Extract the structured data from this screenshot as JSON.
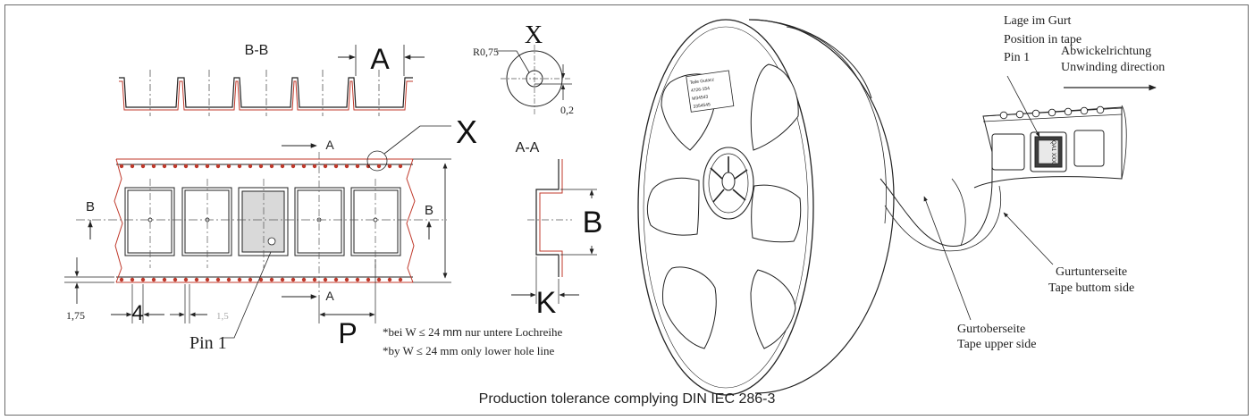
{
  "views": {
    "section_bb": "B-B",
    "section_aa": "A-A",
    "detail_x": "X",
    "detail_x_callout": "X"
  },
  "dimensions": {
    "A": "A",
    "B": "B",
    "K": "K",
    "P": "P",
    "four": "4",
    "one_five": "1,5",
    "one_seventy_five": "1,75",
    "radius": "R0,75",
    "zero_two": "0,2"
  },
  "section_markers": {
    "b_left": "B",
    "b_right": "B",
    "a_top": "A",
    "a_bottom": "A"
  },
  "labels": {
    "pin1": "Pin 1",
    "position_de": "Lage im Gurt",
    "position_en": "Position in tape",
    "position_pin": "Pin 1",
    "unwind_de": "Abwickelrichtung",
    "unwind_en": "Unwinding direction",
    "bottom_de": "Gurtunterseite",
    "bottom_en": "Tape buttom side",
    "upper_de": "Gurtoberseite",
    "upper_en": "Tape upper side"
  },
  "notes": {
    "note_de_prefix": "*bei W ≤ 24",
    "note_de_unit": "mm",
    "note_de_suffix": "nur untere Lochreihe",
    "note_en": "*by W ≤ 24 mm only lower hole line"
  },
  "reel_label": [
    "Teile Gutacz",
    "4726-154",
    "M34543",
    "3354545"
  ],
  "chip_marking": "QA1 XXX",
  "footer": "Production tolerance complying  DIN IEC 286-3"
}
